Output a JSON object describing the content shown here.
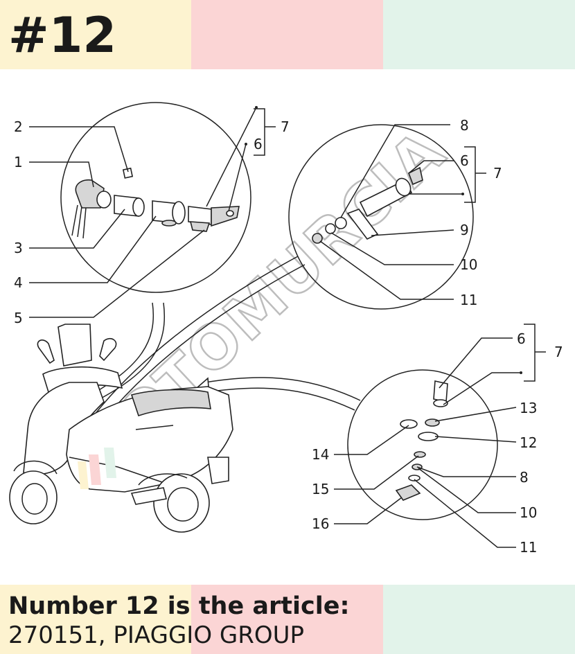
{
  "header": {
    "title": "#12"
  },
  "footer": {
    "line1": "Number 12 is the article:",
    "line2": "270151, PIAGGIO GROUP"
  },
  "diagram": {
    "watermark": "MOTOMURCIA",
    "labels": {
      "c1_2": "2",
      "c1_1": "1",
      "c1_3": "3",
      "c1_4": "4",
      "c1_5": "5",
      "c1_6": "6",
      "c1_7": "7",
      "c2_8": "8",
      "c2_6": "6",
      "c2_7": "7",
      "c2_9": "9",
      "c2_10": "10",
      "c2_11": "11",
      "c3_6": "6",
      "c3_7": "7",
      "c3_13": "13",
      "c3_14": "14",
      "c3_12": "12",
      "c3_15": "15",
      "c3_8": "8",
      "c3_16": "16",
      "c3_10": "10",
      "c3_11": "11"
    }
  },
  "colors": {
    "band_yellow": "#fdf3d0",
    "band_pink": "#fbd5d5",
    "band_green": "#e2f3ea",
    "text": "#1a1a1a"
  }
}
